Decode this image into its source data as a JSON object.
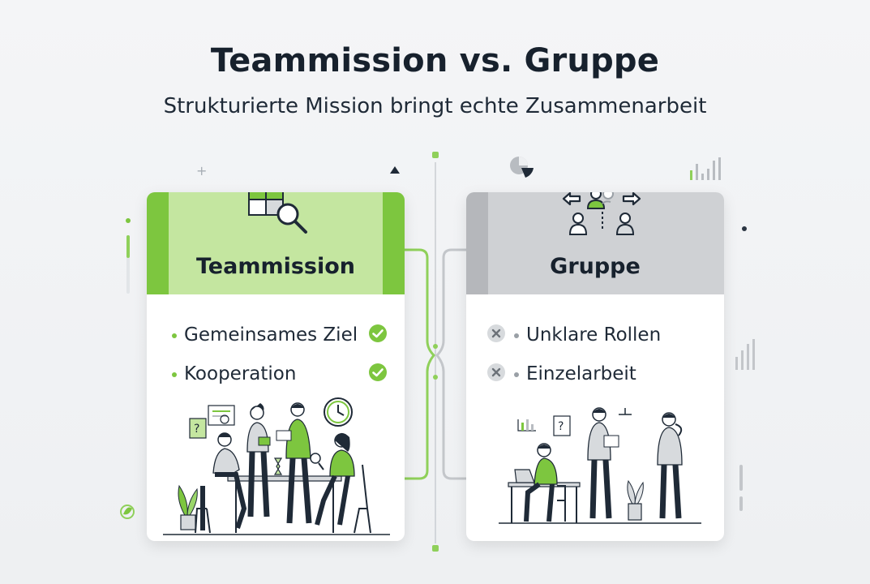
{
  "header": {
    "title": "Teammission vs. Gruppe",
    "subtitle": "Strukturierte Mission bringt echte Zusammenarbeit"
  },
  "left_card": {
    "title": "Teammission",
    "items": [
      {
        "label": "Gemeinsames Ziel",
        "status": "check"
      },
      {
        "label": "Kooperation",
        "status": "check"
      }
    ],
    "accent_color": "#7dc63f",
    "header_color": "#c4e6a0"
  },
  "right_card": {
    "title": "Gruppe",
    "items": [
      {
        "label": "Unklare Rollen",
        "status": "cross"
      },
      {
        "label": "Einzelarbeit",
        "status": "cross"
      }
    ],
    "accent_color": "#b5b7bb",
    "header_color": "#cfd1d4"
  },
  "icons": {
    "left_header": "puzzle-gears-magnifier-icon",
    "right_header": "scattered-arrows-people-icon",
    "check": "check-circle-icon",
    "cross": "cross-circle-icon"
  }
}
